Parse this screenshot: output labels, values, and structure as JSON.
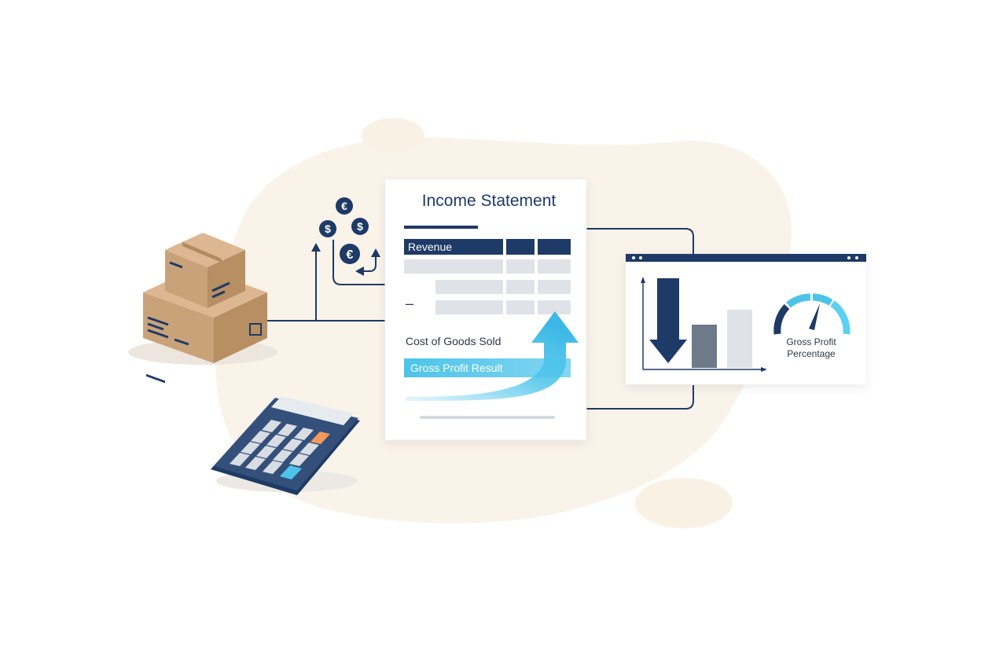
{
  "statement": {
    "title": "Income Statement",
    "revenue_label": "Revenue",
    "minus_sign": "–",
    "cogs_label": "Cost of Goods Sold",
    "gross_profit_label": "Gross Profit Result"
  },
  "coins": [
    {
      "symbol": "€"
    },
    {
      "symbol": "$"
    },
    {
      "symbol": "$"
    },
    {
      "symbol": "€"
    }
  ],
  "dashboard": {
    "gauge_label_line1": "Gross Profit",
    "gauge_label_line2": "Percentage"
  },
  "colors": {
    "navy": "#1e3a66",
    "cyan": "#4cc4ea",
    "cardboard": "#c9a27a",
    "blob": "#faf3ea",
    "grey_cell": "#dfe3e8"
  }
}
